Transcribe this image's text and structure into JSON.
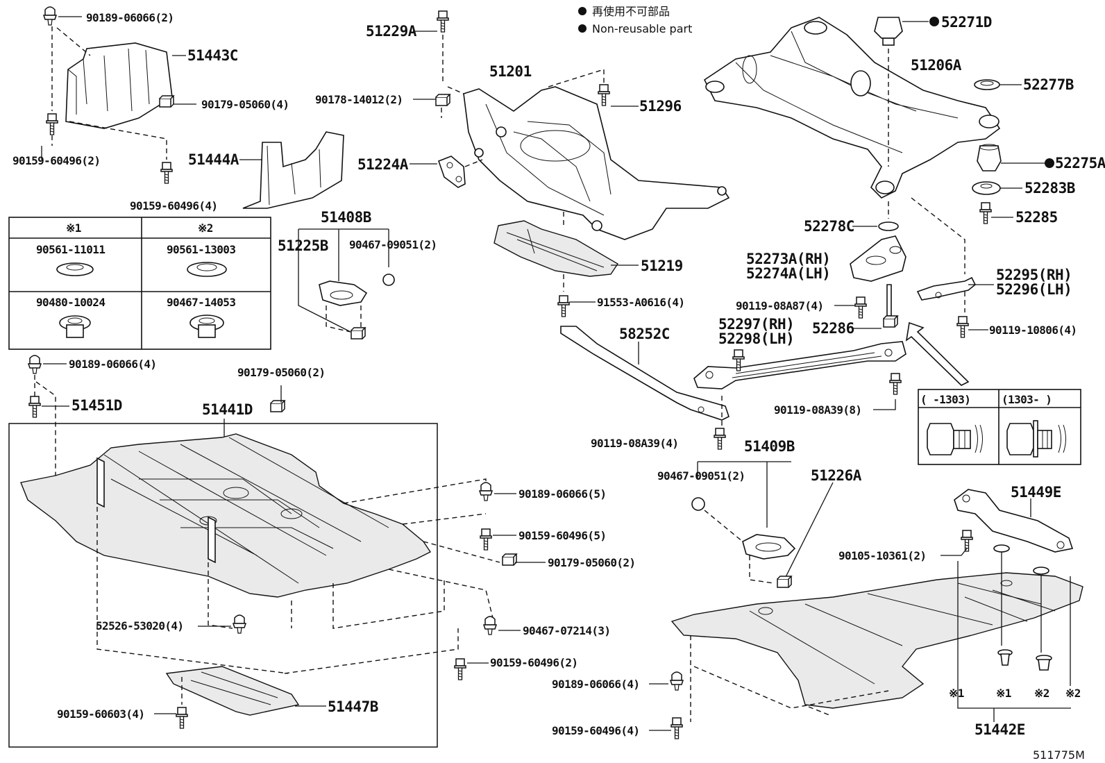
{
  "legend": {
    "jp": "再使用不可部品",
    "en": "Non-reusable part"
  },
  "table": {
    "h1": "※1",
    "h2": "※2",
    "r1c1": "90561-11011",
    "r1c2": "90561-13003",
    "r2c1": "90480-10024",
    "r2c2": "90467-14053"
  },
  "ver": {
    "c1": "(     -1303)",
    "c2": "(1303-     )"
  },
  "marks": {
    "m1": "※1",
    "m2": "※1",
    "m3": "※2",
    "m4": "※2"
  },
  "figure_id": "511775M",
  "labels": {
    "p1": "90189-06066(2)",
    "p2": "51443C",
    "p3": "90179-05060(4)",
    "p4": "90159-60496(2)",
    "p5": "51444A",
    "p6": "90159-60496(4)",
    "p7": "51229A",
    "p8": "90178-14012(2)",
    "p9": "51201",
    "p10": "51296",
    "p11": "51224A",
    "p12": "52271D",
    "p13": "51206A",
    "p14": "52277B",
    "p15": "52275A",
    "p16": "52283B",
    "p17": "52285",
    "p18": "51408B",
    "p19": "51225B",
    "p20": "90467-09051(2)",
    "p21": "51219",
    "p22": "52278C",
    "p23": "52273A(RH)",
    "p24": "52274A(LH)",
    "p25": "52295(RH)",
    "p26": "52296(LH)",
    "p27": "91553-A0616(4)",
    "p28": "90119-08A87(4)",
    "p29": "52286",
    "p30": "90119-10806(4)",
    "p31": "58252C",
    "p32": "52297(RH)",
    "p33": "52298(LH)",
    "p34": "90189-06066(4)",
    "p35": "90179-05060(2)",
    "p36": "51451D",
    "p37": "51441D",
    "p38": "90119-08A39(8)",
    "p39": "90119-08A39(4)",
    "p40": "51409B",
    "p41": "90467-09051(2)",
    "p42": "51226A",
    "p43": "90189-06066(5)",
    "p44": "90159-60496(5)",
    "p45": "90179-05060(2)",
    "p46": "51449E",
    "p47": "90105-10361(2)",
    "p48": "52526-53020(4)",
    "p49": "90467-07214(3)",
    "p50": "90159-60496(2)",
    "p51": "90189-06066(4)",
    "p52": "90159-60603(4)",
    "p53": "51447B",
    "p54": "90159-60496(4)",
    "p55": "51442E"
  }
}
